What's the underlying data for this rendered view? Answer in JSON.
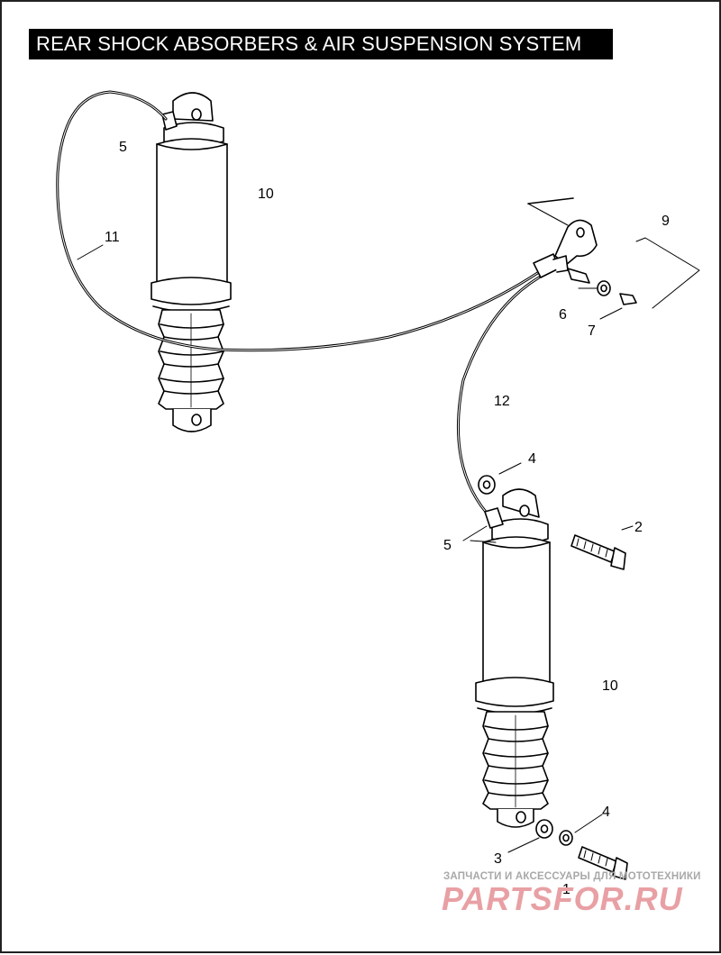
{
  "title": "REAR SHOCK ABSORBERS & AIR SUSPENSION SYSTEM",
  "callouts": {
    "c1": "1",
    "c2": "2",
    "c3": "3",
    "c4a": "4",
    "c4b": "4",
    "c5a": "5",
    "c5b": "5",
    "c6": "6",
    "c7": "7",
    "c9": "9",
    "c10a": "10",
    "c10b": "10",
    "c11": "11",
    "c12": "12"
  },
  "watermark": {
    "tagline": "ЗАПЧАСТИ И АКСЕССУАРЫ ДЛЯ МОТОТЕХНИКИ",
    "brand": "PARTSFOR.RU"
  },
  "colors": {
    "line": "#000000",
    "background": "#ffffff",
    "watermark_brand": "#e8a0a4",
    "watermark_text": "#a8a8a8"
  }
}
